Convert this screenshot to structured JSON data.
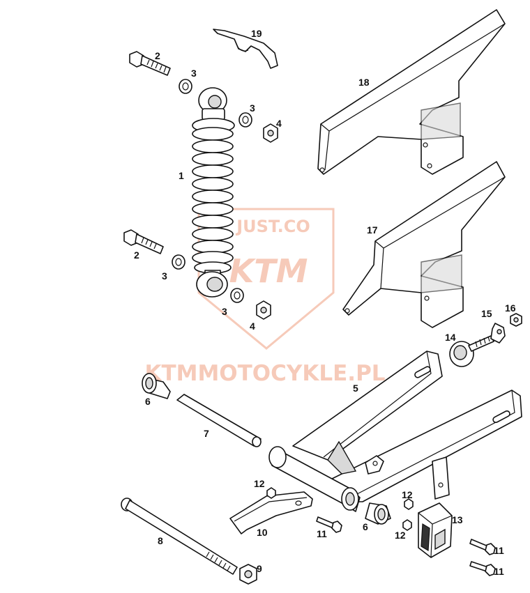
{
  "watermark": {
    "badge_top": "JUST.CO",
    "badge_logo": "KTM",
    "site": "KTMMOTOCYKLE.PL",
    "color": "#f0a080"
  },
  "labels": {
    "l1": "1",
    "l2a": "2",
    "l3a": "3",
    "l3b": "3",
    "l4a": "4",
    "l2b": "2",
    "l3c": "3",
    "l3d": "3",
    "l4b": "4",
    "l5": "5",
    "l6a": "6",
    "l6b": "6",
    "l7": "7",
    "l8": "8",
    "l9": "9",
    "l10": "10",
    "l11a": "11",
    "l11b": "11",
    "l11c": "11",
    "l12a": "12",
    "l12b": "12",
    "l12c": "12",
    "l13": "13",
    "l14": "14",
    "l15": "15",
    "l16": "16",
    "l17": "17",
    "l18": "18",
    "l19": "19"
  },
  "icons": [
    "shock-absorber",
    "bolt",
    "washer",
    "nut",
    "swingarm",
    "bushing",
    "axle-sleeve",
    "pivot-axle",
    "chain-guide",
    "chain-guard",
    "chain-slider",
    "spanner-wrench"
  ]
}
